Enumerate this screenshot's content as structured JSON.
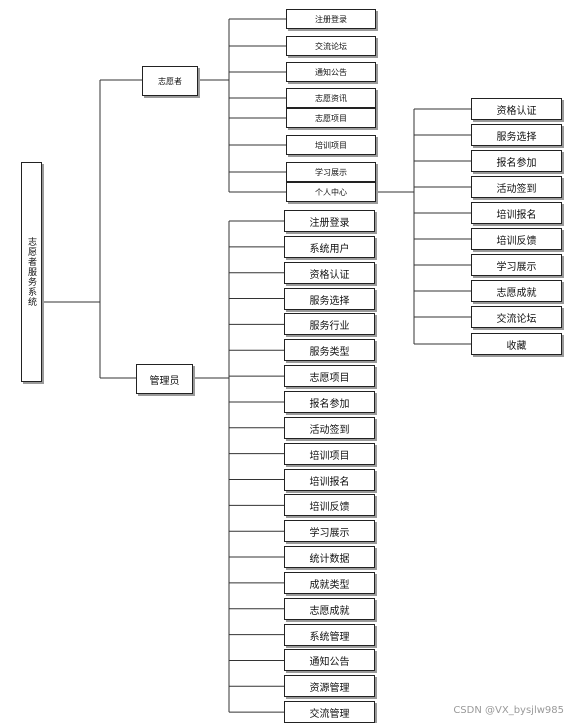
{
  "root": {
    "label": "志愿者服务系统"
  },
  "volunteer": {
    "label": "志愿者",
    "items": [
      "注册登录",
      "交流论坛",
      "通知公告",
      "志愿资讯",
      "志愿项目",
      "培训项目",
      "学习展示",
      "个人中心"
    ]
  },
  "personal_center": {
    "items": [
      "资格认证",
      "服务选择",
      "报名参加",
      "活动签到",
      "培训报名",
      "培训反馈",
      "学习展示",
      "志愿成就",
      "交流论坛",
      "收藏"
    ]
  },
  "admin": {
    "label": "管理员",
    "items": [
      "注册登录",
      "系统用户",
      "资格认证",
      "服务选择",
      "服务行业",
      "服务类型",
      "志愿项目",
      "报名参加",
      "活动签到",
      "培训项目",
      "培训报名",
      "培训反馈",
      "学习展示",
      "统计数据",
      "成就类型",
      "志愿成就",
      "系统管理",
      "通知公告",
      "资源管理",
      "交流管理"
    ]
  },
  "watermark": "CSDN @VX_bysjlw985"
}
